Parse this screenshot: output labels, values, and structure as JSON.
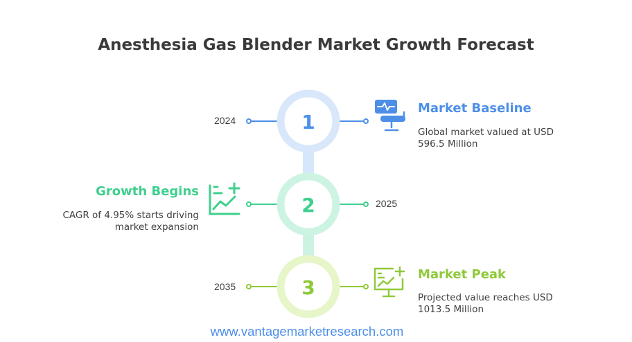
{
  "title": "Anesthesia Gas Blender Market Growth Forecast",
  "colors": {
    "blue": "#4d8fe8",
    "green": "#3fcf8e",
    "lime": "#8fc93a"
  },
  "steps": [
    {
      "number": "1",
      "year": "2024",
      "heading": "Market Baseline",
      "desc_line1": "Global market valued at USD",
      "desc_line2": "596.5 Million",
      "icon": "monitor-chair-icon"
    },
    {
      "number": "2",
      "year": "2025",
      "heading": "Growth Begins",
      "desc_line1": "CAGR of 4.95% starts driving",
      "desc_line2": "market expansion",
      "icon": "chart-plus-icon"
    },
    {
      "number": "3",
      "year": "2035",
      "heading": "Market Peak",
      "desc_line1": "Projected value reaches USD",
      "desc_line2": "1013.5 Million",
      "icon": "monitor-chart-plus-icon"
    }
  ],
  "footer": "www.vantagemarketresearch.com"
}
